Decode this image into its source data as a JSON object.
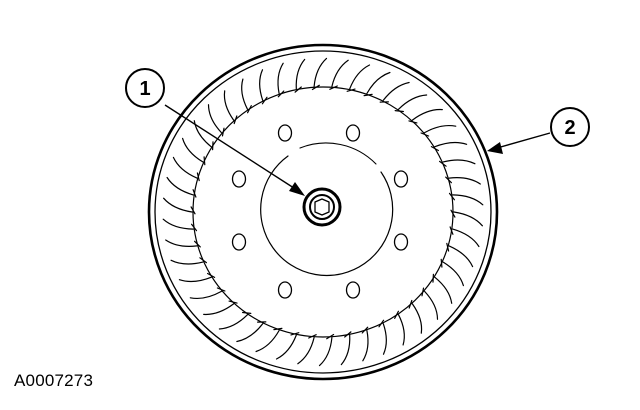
{
  "figure": {
    "id": "A0007273",
    "callouts": [
      {
        "number": "1",
        "target": "hub-shaft-bore"
      },
      {
        "number": "2",
        "target": "wheel-outer-rim"
      }
    ],
    "line_color": "#000000",
    "background": "#ffffff"
  }
}
